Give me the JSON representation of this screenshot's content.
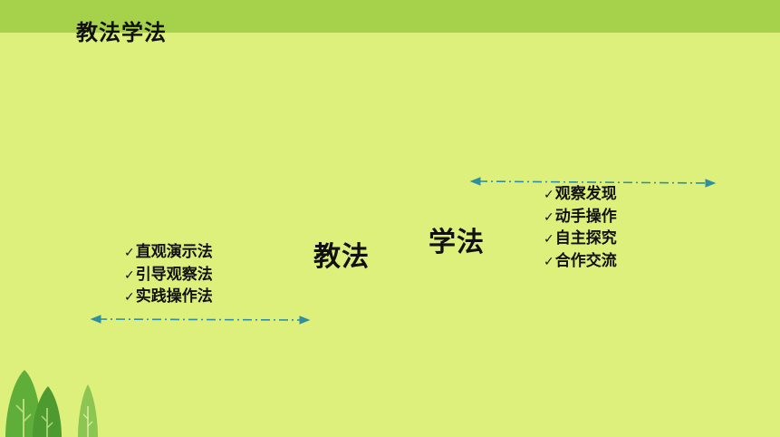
{
  "slide": {
    "title": "教法学法",
    "teaching": {
      "label": "教法",
      "items": [
        {
          "check": "✓",
          "text": "直观演示法"
        },
        {
          "check": "✓",
          "text": "引导观察法"
        },
        {
          "check": "✓",
          "text": "实践操作法"
        }
      ]
    },
    "learning": {
      "label": "学法",
      "items": [
        {
          "check": "✓",
          "text": "观察发现"
        },
        {
          "check": "✓",
          "text": "动手操作"
        },
        {
          "check": "✓",
          "text": "自主探究"
        },
        {
          "check": "✓",
          "text": "合作交流"
        }
      ]
    }
  },
  "colors": {
    "background": "#ddf07c",
    "top_band": "#a6d24b",
    "arrow": "#2f8fa0",
    "tree_dark": "#5fae3a",
    "tree_light": "#8cc552",
    "tree_accent": "#b6dd7a"
  },
  "icons": {
    "check": "check-icon",
    "arrows": "dash-dot-arrow-icon",
    "decoration": "tree-cluster-icon"
  }
}
